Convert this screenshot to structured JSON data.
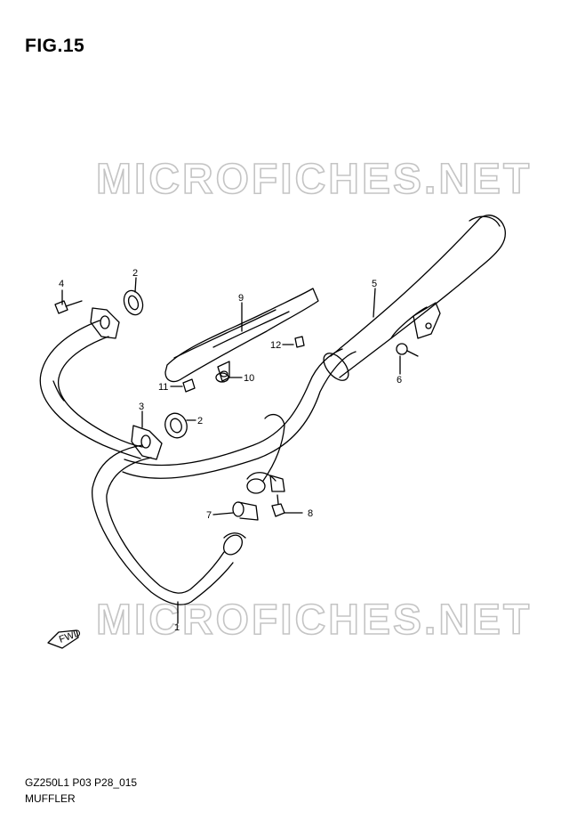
{
  "figure": {
    "title": "FIG.15",
    "model_code": "GZ250L1 P03 P28_015",
    "part_group": "MUFFLER"
  },
  "watermark": {
    "text": "MICROFICHES.NET"
  },
  "fwd_arrow": {
    "label": "FWD"
  },
  "callouts": [
    {
      "id": "c1",
      "label": "1"
    },
    {
      "id": "c2a",
      "label": "2"
    },
    {
      "id": "c2b",
      "label": "2"
    },
    {
      "id": "c3",
      "label": "3"
    },
    {
      "id": "c4",
      "label": "4"
    },
    {
      "id": "c5",
      "label": "5"
    },
    {
      "id": "c6",
      "label": "6"
    },
    {
      "id": "c7",
      "label": "7"
    },
    {
      "id": "c8",
      "label": "8"
    },
    {
      "id": "c9",
      "label": "9"
    },
    {
      "id": "c10",
      "label": "10"
    },
    {
      "id": "c11",
      "label": "11"
    },
    {
      "id": "c12",
      "label": "12"
    }
  ]
}
